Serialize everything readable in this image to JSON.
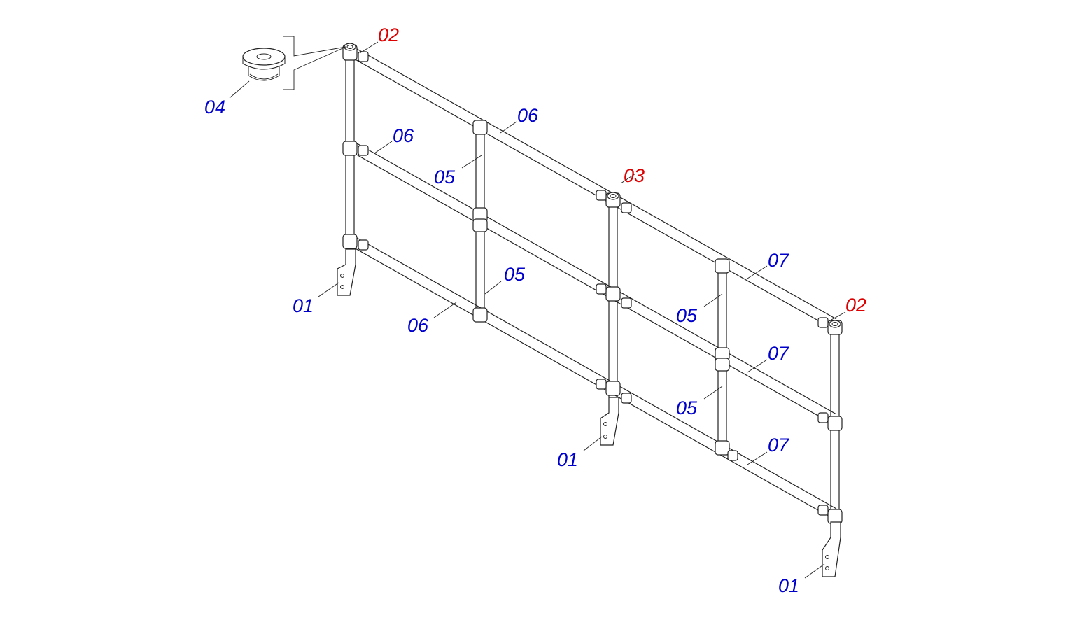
{
  "colors": {
    "standard_label": "#0000cc",
    "highlight_label": "#dd0000",
    "line": "#222222"
  },
  "labels": [
    {
      "id": "label-04-endcap",
      "text": "04",
      "color": "#0000cc"
    },
    {
      "id": "label-02-top-left",
      "text": "02",
      "color": "#dd0000"
    },
    {
      "id": "label-06-top-rail",
      "text": "06",
      "color": "#0000cc"
    },
    {
      "id": "label-06-mid-rail",
      "text": "06",
      "color": "#0000cc"
    },
    {
      "id": "label-05-post-upper",
      "text": "05",
      "color": "#0000cc"
    },
    {
      "id": "label-03-center",
      "text": "03",
      "color": "#dd0000"
    },
    {
      "id": "label-05-post-lower",
      "text": "05",
      "color": "#0000cc"
    },
    {
      "id": "label-01-left-base",
      "text": "01",
      "color": "#0000cc"
    },
    {
      "id": "label-06-bottom-rail",
      "text": "06",
      "color": "#0000cc"
    },
    {
      "id": "label-07-top-rail",
      "text": "07",
      "color": "#0000cc"
    },
    {
      "id": "label-02-right",
      "text": "02",
      "color": "#dd0000"
    },
    {
      "id": "label-05-right-post-upper",
      "text": "05",
      "color": "#0000cc"
    },
    {
      "id": "label-07-mid-rail",
      "text": "07",
      "color": "#0000cc"
    },
    {
      "id": "label-05-right-post-lower",
      "text": "05",
      "color": "#0000cc"
    },
    {
      "id": "label-07-bottom-rail",
      "text": "07",
      "color": "#0000cc"
    },
    {
      "id": "label-01-center-base",
      "text": "01",
      "color": "#0000cc"
    },
    {
      "id": "label-01-right-base",
      "text": "01",
      "color": "#0000cc"
    }
  ]
}
